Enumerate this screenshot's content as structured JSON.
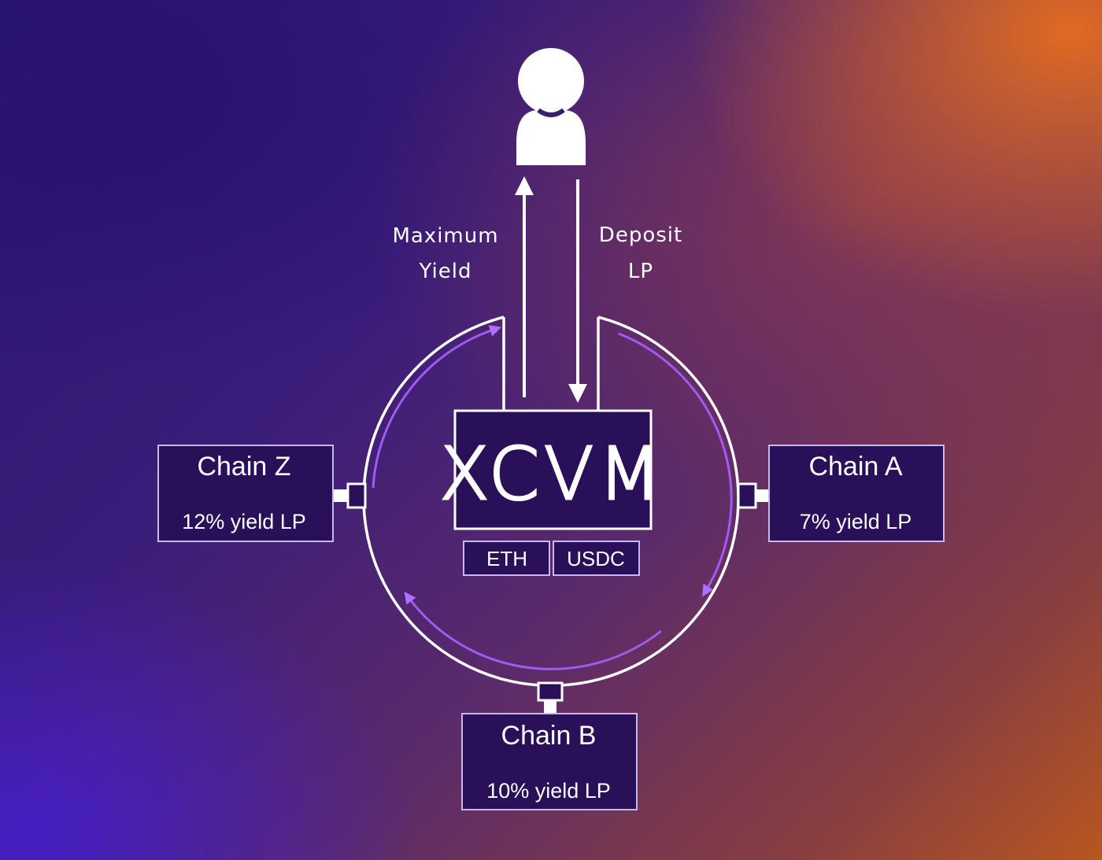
{
  "user": {
    "icon": "user-icon"
  },
  "flows": {
    "up_label_line1": "Maximum",
    "up_label_line2": "Yield",
    "down_label_line1": "Deposit",
    "down_label_line2": "LP"
  },
  "hub": {
    "title": "XCVM",
    "tokens": [
      "ETH",
      "USDC"
    ]
  },
  "chains": {
    "left": {
      "name": "Chain Z",
      "yield": "12% yield LP"
    },
    "right": {
      "name": "Chain A",
      "yield": "7% yield LP"
    },
    "bottom": {
      "name": "Chain B",
      "yield": "10% yield LP"
    }
  },
  "colors": {
    "box_fill": "#2a1058",
    "box_stroke": "#c9b8f0",
    "ring_inner": "#a05cf0",
    "ring_outer": "#ffffff"
  }
}
